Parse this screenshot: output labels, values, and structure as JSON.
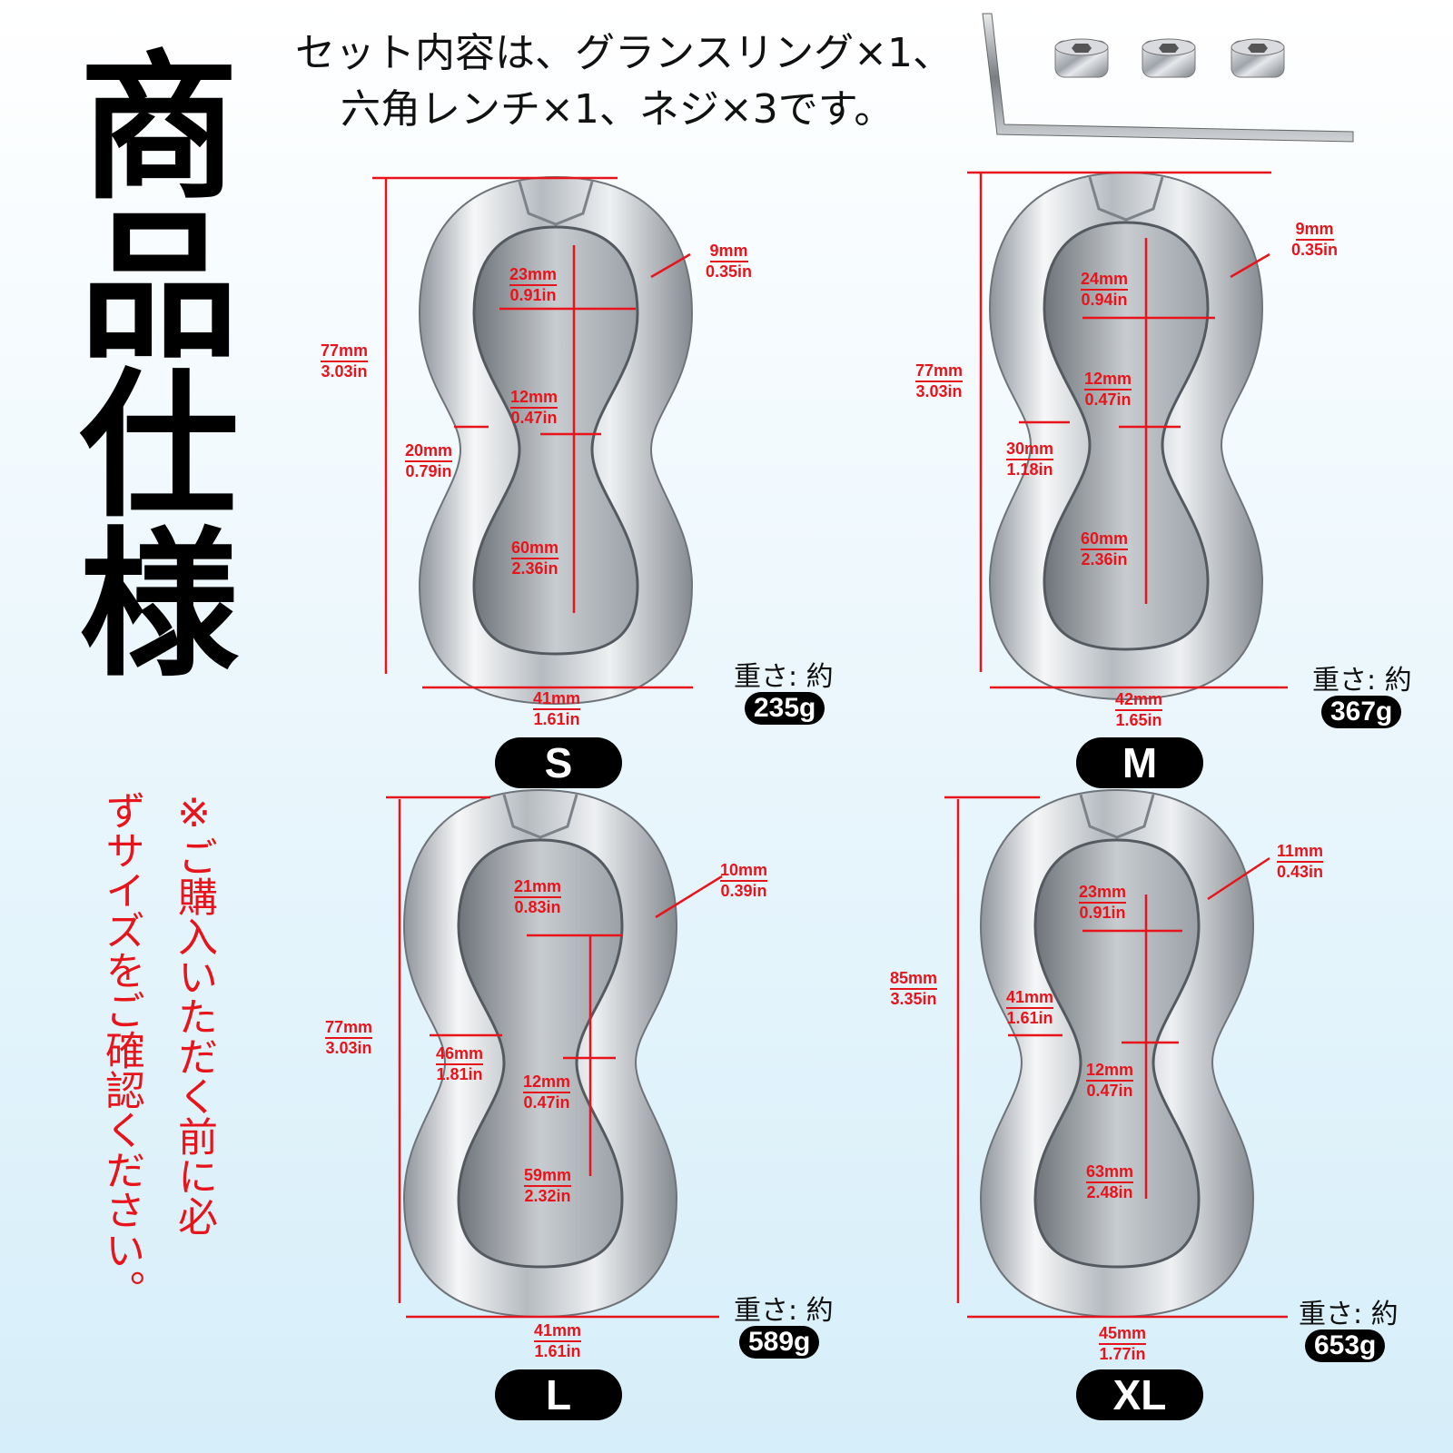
{
  "title": "商品仕様",
  "contents_line1": "セット内容は、グランスリング×1、",
  "contents_line2": "六角レンチ×1、ネジ×3です。",
  "note_line1": "※ご購入いただく前に必",
  "note_line2": "ずサイズをご確認ください。",
  "weight_label": "重さ: 約",
  "sizes": [
    {
      "size": "S",
      "weight": "235g",
      "inner_w": {
        "mm": "23mm",
        "in": "0.91in"
      },
      "wall": {
        "mm": "9mm",
        "in": "0.35in"
      },
      "height": {
        "mm": "77mm",
        "in": "3.03in"
      },
      "mid": {
        "mm": "12mm",
        "in": "0.47in"
      },
      "side": {
        "mm": "20mm",
        "in": "0.79in"
      },
      "inner_h": {
        "mm": "60mm",
        "in": "2.36in"
      },
      "width": {
        "mm": "41mm",
        "in": "1.61in"
      }
    },
    {
      "size": "M",
      "weight": "367g",
      "inner_w": {
        "mm": "24mm",
        "in": "0.94in"
      },
      "wall": {
        "mm": "9mm",
        "in": "0.35in"
      },
      "height": {
        "mm": "77mm",
        "in": "3.03in"
      },
      "mid": {
        "mm": "12mm",
        "in": "0.47in"
      },
      "side": {
        "mm": "30mm",
        "in": "1.18in"
      },
      "inner_h": {
        "mm": "60mm",
        "in": "2.36in"
      },
      "width": {
        "mm": "42mm",
        "in": "1.65in"
      }
    },
    {
      "size": "L",
      "weight": "589g",
      "inner_w": {
        "mm": "21mm",
        "in": "0.83in"
      },
      "wall": {
        "mm": "10mm",
        "in": "0.39in"
      },
      "height": {
        "mm": "77mm",
        "in": "3.03in"
      },
      "mid": {
        "mm": "12mm",
        "in": "0.47in"
      },
      "side": {
        "mm": "46mm",
        "in": "1.81in"
      },
      "inner_h": {
        "mm": "59mm",
        "in": "2.32in"
      },
      "width": {
        "mm": "41mm",
        "in": "1.61in"
      }
    },
    {
      "size": "XL",
      "weight": "653g",
      "inner_w": {
        "mm": "23mm",
        "in": "0.91in"
      },
      "wall": {
        "mm": "11mm",
        "in": "0.43in"
      },
      "height": {
        "mm": "85mm",
        "in": "3.35in"
      },
      "mid": {
        "mm": "12mm",
        "in": "0.47in"
      },
      "side": {
        "mm": "41mm",
        "in": "1.61in"
      },
      "inner_h": {
        "mm": "63mm",
        "in": "2.48in"
      },
      "width": {
        "mm": "45mm",
        "in": "1.77in"
      }
    }
  ],
  "colors": {
    "accent": "#e8141b",
    "metal": "#c9cdd2",
    "text": "#111111"
  }
}
